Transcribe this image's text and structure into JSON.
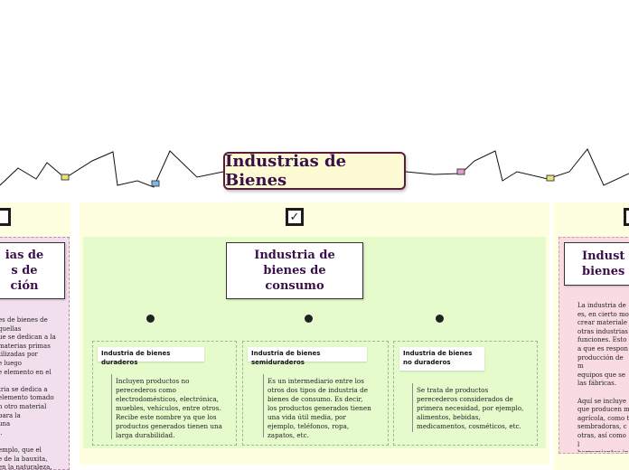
{
  "colors": {
    "root_bg": "#fdfbd4",
    "root_border": "#5a1e3c",
    "title_text": "#3a0f4a",
    "panel_bg": "#fefee0",
    "green_bg": "#e6fbcc",
    "pink_bg": "#f2dfee",
    "pink_right_bg": "#f8dce2"
  },
  "root": {
    "title": "Industrias de Bienes"
  },
  "left_branch": {
    "checkbox_icon": "empty-checkbox-icon",
    "title": "Industrias de\nbienes de\nproducción",
    "title_visible": "ias de\ns de\nción",
    "body": "es de bienes de\nquellas\nue se dedican a la\nmaterias primas\ntilizadas por\ne luego\ne elemento en el\n\ntria se dedica a\nelemento tomado\nn otro material\npara la\nuna\nl.\n\nemplo, que el\ne de la bauxita,\n en la naturaleza,"
  },
  "center_branch": {
    "checkbox_icon": "checked-checkbox-icon",
    "checkbox_glyph": "✓",
    "title": "Industria de bienes de consumo",
    "children": [
      {
        "title": "Industria de bienes duraderos",
        "body": "Incluyen productos no perecederos como electrodomésticos, electrónica, muebles, vehículos, entre otros. Recibe este nombre ya que los productos generados tienen una larga durabilidad."
      },
      {
        "title": "Industria de bienes semiduraderos",
        "body": "Es un intermediario entre los otros dos tipos de industria de bienes de consumo. Es decir, los productos generados tienen una vida útil media, por ejemplo, teléfonos, ropa, zapatos, etc."
      },
      {
        "title": "Industria de bienes no duraderos",
        "body": "Se trata de productos perecederos considerados de primera necesidad, por ejemplo, alimentos, bebidas, medicamentos, cosméticos, etc."
      }
    ]
  },
  "right_branch": {
    "checkbox_icon": "empty-checkbox-icon",
    "title_visible": "Indust\nbienes d",
    "body": "La industria de\nes, en cierto mo\ncrear materiale\notras industrias\nfunciones. Esto\na que es respon\nproducción de m\nequipos que se\nlas fábricas.\n\nAquí se incluye\nque producen m\nagrícola, como t\nsembradoras, c\notras, así como l\nherramientas in\nmetalúrgico, sid\npetroquímico, m"
  }
}
